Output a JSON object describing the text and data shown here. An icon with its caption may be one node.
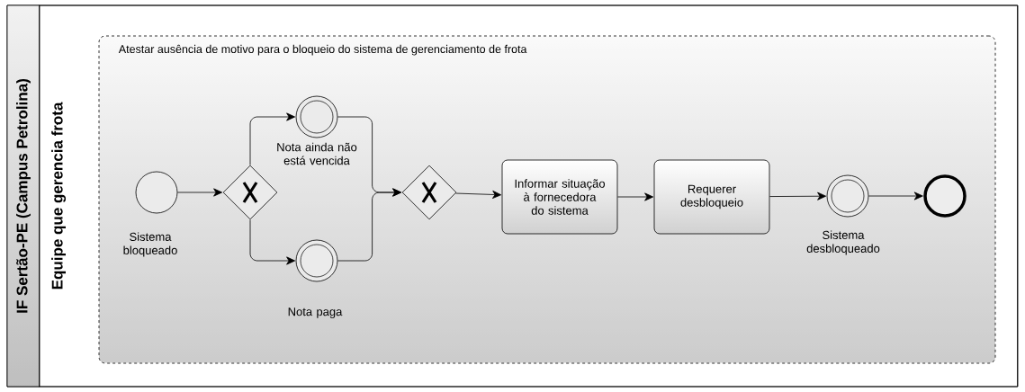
{
  "diagram": {
    "nodes": [
      {
        "text": [
          "IF Sertão-PE (Campus Petrolina)"
        ]
      },
      {
        "text": [
          "Equipe que gerencia frota"
        ],
        "in": 0
      },
      {
        "text": [
          "Atestar ausência de motivo para o bloqueio do sistema de gerenciamento de frota"
        ],
        "in": 1
      },
      {
        "text": [],
        "shape": "circle",
        "beside": [
          "Sistema bloqueado"
        ],
        "in": 2
      },
      {
        "text": [],
        "shape": "diamond",
        "in": 2
      },
      {
        "text": [],
        "shape": "circle",
        "beside": [
          "Nota ainda não está vencida"
        ],
        "in": 2
      },
      {
        "text": [],
        "shape": "circle",
        "beside": [
          "Nota paga"
        ],
        "in": 2
      },
      {
        "text": [],
        "shape": "diamond",
        "in": 2
      },
      {
        "text": [
          "Informar situação à fornecedora do sistema"
        ],
        "in": 2
      },
      {
        "text": [
          "Requerer desbloqueio"
        ],
        "in": 2
      },
      {
        "text": [],
        "shape": "circle",
        "beside": [
          "Sistema desbloqueado"
        ],
        "in": 2
      },
      {
        "text": [],
        "shape": "circle",
        "in": 2
      }
    ],
    "edges": [
      {
        "from": 3,
        "to": 4,
        "arrow": "to"
      },
      {
        "from": 4,
        "to": 5,
        "arrow": "to"
      },
      {
        "from": 4,
        "to": 6,
        "arrow": "to"
      },
      {
        "from": 5,
        "to": 7,
        "arrow": "to"
      },
      {
        "from": 6,
        "to": 7,
        "arrow": "to"
      },
      {
        "from": 7,
        "to": 8,
        "arrow": "to"
      },
      {
        "from": 8,
        "to": 9,
        "arrow": "to"
      },
      {
        "from": 9,
        "to": 10,
        "arrow": "to"
      },
      {
        "from": 10,
        "to": 11,
        "arrow": "to"
      }
    ]
  }
}
